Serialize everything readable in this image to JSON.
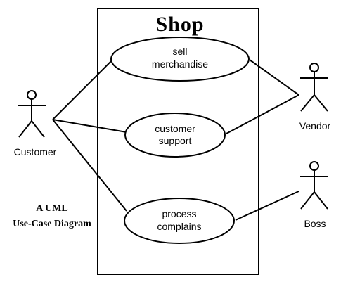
{
  "diagram": {
    "system_title": "Shop",
    "caption_line1": "A UML",
    "caption_line2": "Use-Case Diagram",
    "actors": {
      "customer": "Customer",
      "vendor": "Vendor",
      "boss": "Boss"
    },
    "use_cases": {
      "sell": {
        "line1": "sell",
        "line2": "merchandise"
      },
      "support": {
        "line1": "customer",
        "line2": "support"
      },
      "process": {
        "line1": "process",
        "line2": "complains"
      }
    }
  }
}
